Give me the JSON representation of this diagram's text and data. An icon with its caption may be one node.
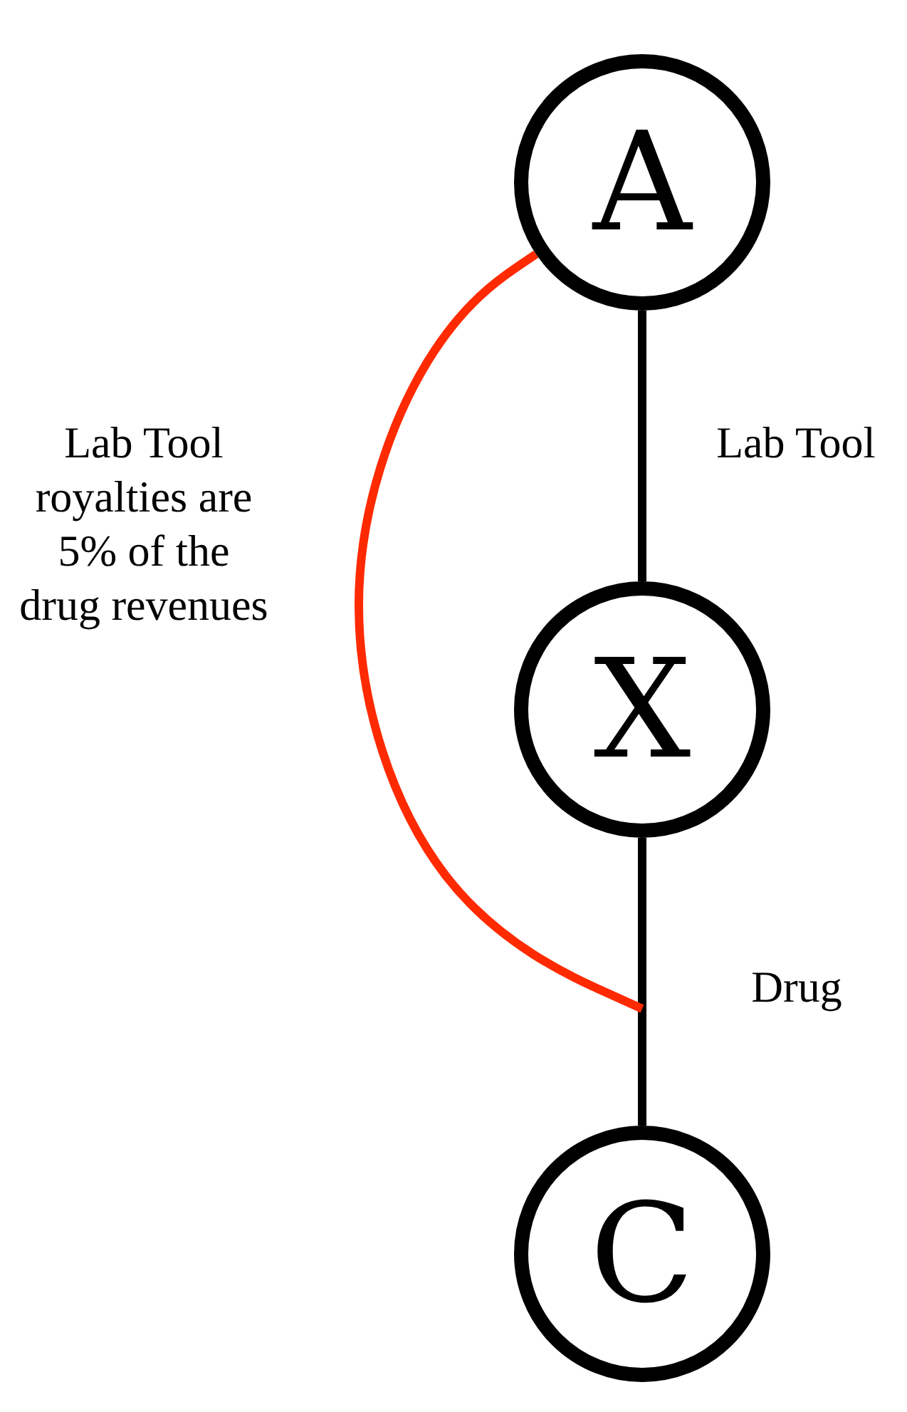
{
  "diagram": {
    "nodes": [
      {
        "text": [
          "A"
        ]
      },
      {
        "text": [
          "X"
        ]
      },
      {
        "text": [
          "C"
        ]
      }
    ],
    "edges": [
      {
        "from": 0,
        "to": 1,
        "arrow": "none",
        "label": "Lab Tool"
      },
      {
        "from": 1,
        "to": 2,
        "arrow": "none",
        "label": "Drug"
      },
      {
        "from": 0,
        "to": null,
        "arrow": "none",
        "label": "Lab Tool royalties are 5% of the drug revenues",
        "color": "#ff2a00"
      }
    ]
  }
}
